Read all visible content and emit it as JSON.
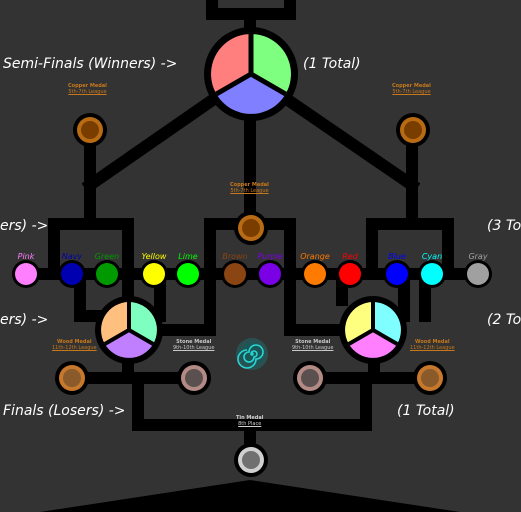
{
  "labels": {
    "semifinals_winners": "Semi-Finals (Winners) ->",
    "total_top": "(1 Total)",
    "left_mid_1": "ers) ->",
    "right_mid_1": "(3 To",
    "left_mid_2": "ers) ->",
    "right_mid_2": "(2 To",
    "finals_losers": "Finals (Losers) ->",
    "total_bottom": "(1 Total)"
  },
  "medals": {
    "copper_left": {
      "title": "Copper Medal",
      "sub": "5th-7th League"
    },
    "copper_right": {
      "title": "Copper Medal",
      "sub": "5th-7th League"
    },
    "copper_center": {
      "title": "Copper Medal",
      "sub": "5th-7th League"
    },
    "wood_left": {
      "title": "Wood Medal",
      "sub": "11th-12th League"
    },
    "stone_left": {
      "title": "Stone Medal",
      "sub": "9th-10th League"
    },
    "stone_right": {
      "title": "Stone Medal",
      "sub": "9th-10th League"
    },
    "wood_right": {
      "title": "Wood Medal",
      "sub": "11th-12th League"
    },
    "tin": {
      "title": "Tin Medal",
      "sub": "8th Place"
    }
  },
  "teams": [
    {
      "name": "Pink",
      "color": "#ff7fff"
    },
    {
      "name": "Navy",
      "color": "#0000b0"
    },
    {
      "name": "Green",
      "color": "#009a00"
    },
    {
      "name": "Yellow",
      "color": "#ffff00"
    },
    {
      "name": "Lime",
      "color": "#00ff00"
    },
    {
      "name": "Brown",
      "color": "#8b4513"
    },
    {
      "name": "Purple",
      "color": "#7a00e6"
    },
    {
      "name": "Orange",
      "color": "#ff7a00"
    },
    {
      "name": "Red",
      "color": "#ff0000"
    },
    {
      "name": "Blue",
      "color": "#0000ff"
    },
    {
      "name": "Cyan",
      "color": "#00ffff"
    },
    {
      "name": "Gray",
      "color": "#a0a0a0"
    }
  ],
  "colors": {
    "copper": "#b86b12",
    "wood": "#c7782c",
    "stone": "#b48a85",
    "tin": "#d0d0d0",
    "portal": "#2ad4d4"
  },
  "icons": {
    "portal": "spiral-portal-icon"
  }
}
